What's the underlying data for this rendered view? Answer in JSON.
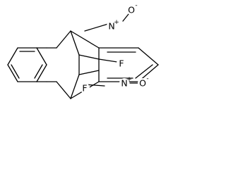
{
  "molecule": {
    "atoms": {
      "no2_top": {
        "n": "N",
        "plus": "+",
        "o": "O",
        "minus": "-"
      },
      "no2_mid": {
        "n": "N",
        "plus": "+",
        "o": "O",
        "minus": "-"
      },
      "f_right": {
        "label": "F"
      },
      "f_bottom": {
        "label": "F"
      }
    }
  },
  "colors": {
    "line": "#000000",
    "background": "#ffffff"
  }
}
